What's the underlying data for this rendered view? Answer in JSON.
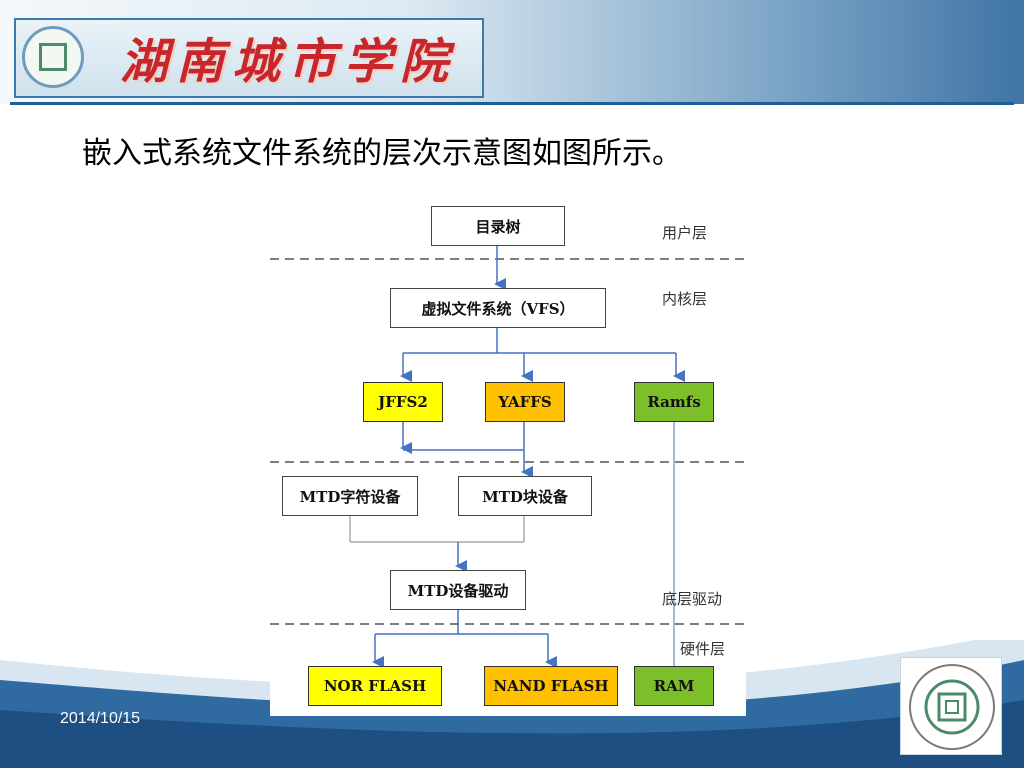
{
  "header": {
    "logo_text": "湖南城市学院"
  },
  "slide": {
    "title": "嵌入式系统文件系统的层次示意图如图所示。",
    "date": "2014/10/15"
  },
  "diagram": {
    "boxes": {
      "dir_tree": "目录树",
      "vfs": "虚拟文件系统（VFS）",
      "jffs2": "JFFS2",
      "yaffs": "YAFFS",
      "ramfs": "Ramfs",
      "mtd_char": "MTD字符设备",
      "mtd_block": "MTD块设备",
      "mtd_driver": "MTD设备驱动",
      "nor_flash": "NOR FLASH",
      "nand_flash": "NAND FLASH",
      "ram": "RAM"
    },
    "layers": {
      "user": "用户层",
      "kernel": "内核层",
      "driver": "底层驱动",
      "hardware": "硬件层"
    }
  },
  "colors": {
    "accent": "#1f5f96",
    "yellow": "#ffff00",
    "orange": "#ffc000",
    "green": "#7dbf2a",
    "arrow": "#4472c4"
  }
}
